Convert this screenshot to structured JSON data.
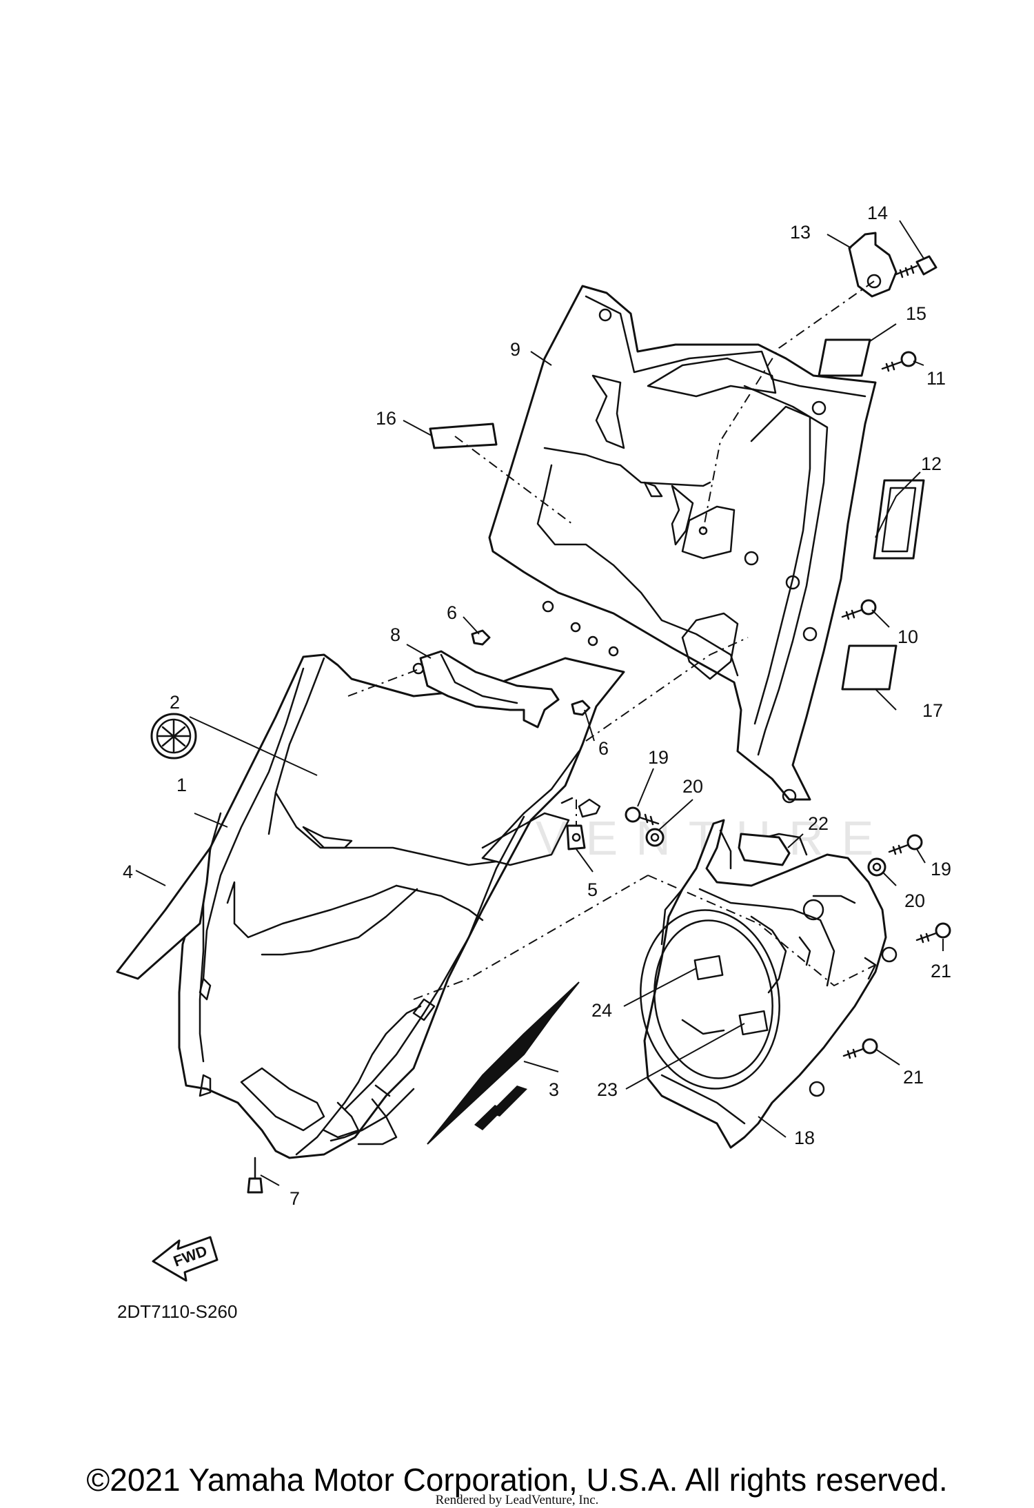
{
  "diagram": {
    "code": "2DT7110-S260",
    "fwd_label": "FWD",
    "watermark": "LEADVENTURE",
    "callouts": [
      "1",
      "2",
      "3",
      "4",
      "5",
      "6",
      "6",
      "7",
      "8",
      "9",
      "10",
      "11",
      "12",
      "13",
      "14",
      "15",
      "16",
      "17",
      "18",
      "19",
      "19",
      "20",
      "20",
      "21",
      "21",
      "22",
      "23",
      "24"
    ]
  },
  "footer": {
    "copyright": "©2021 Yamaha Motor Corporation, U.S.A. All rights reserved.",
    "rendered_by": "Rendered by LeadVenture, Inc."
  },
  "colors": {
    "line": "#111111",
    "background": "#ffffff",
    "watermark": "#e6e6e6"
  }
}
